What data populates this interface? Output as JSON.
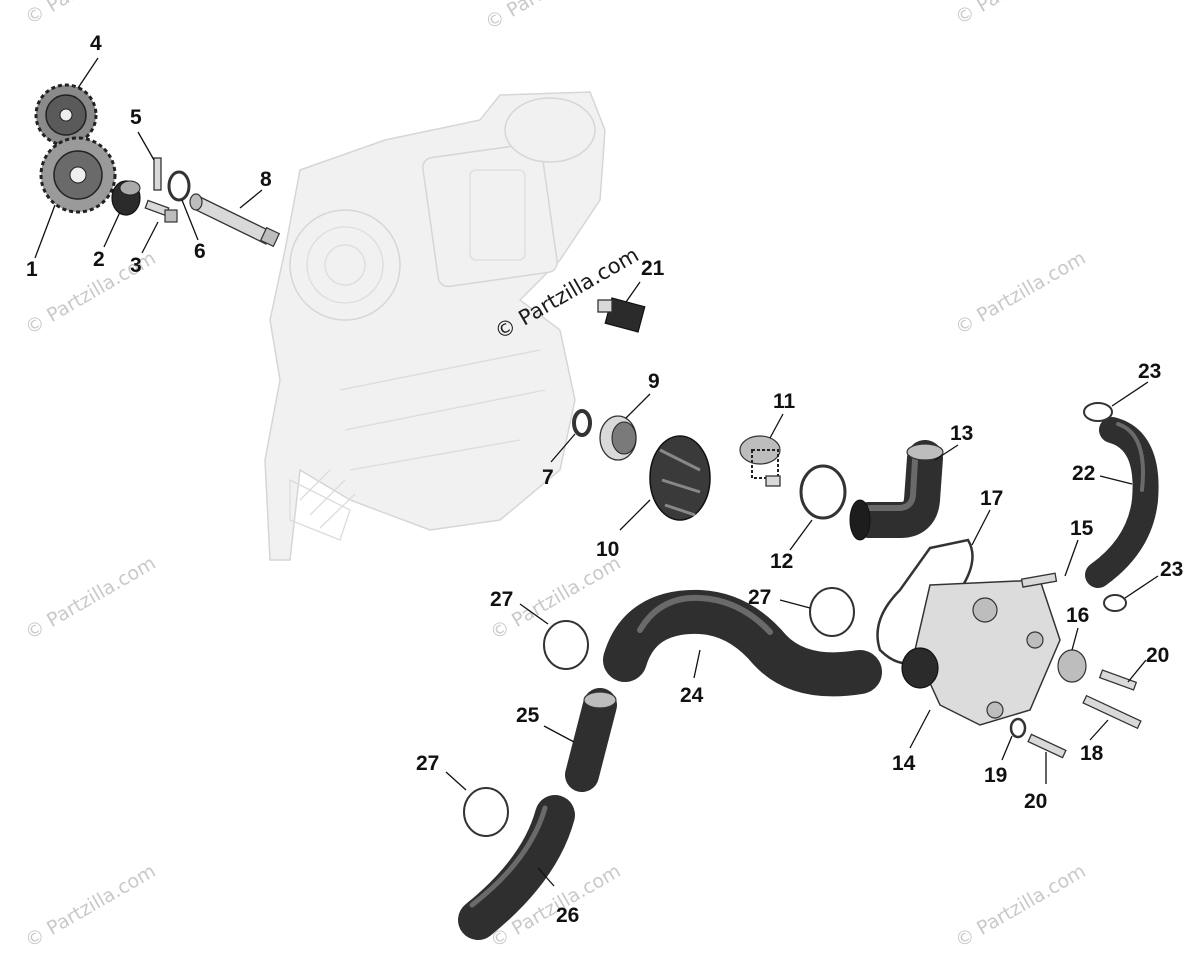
{
  "watermark": "© Partzilla.com",
  "callouts": {
    "c1": "1",
    "c2": "2",
    "c3": "3",
    "c4": "4",
    "c5": "5",
    "c6": "6",
    "c7": "7",
    "c8": "8",
    "c9": "9",
    "c10": "10",
    "c11": "11",
    "c12": "12",
    "c13": "13",
    "c14": "14",
    "c15": "15",
    "c16": "16",
    "c17": "17",
    "c18": "18",
    "c19": "19",
    "c20a": "20",
    "c20b": "20",
    "c21": "21",
    "c22": "22",
    "c23a": "23",
    "c23b": "23",
    "c24": "24",
    "c25": "25",
    "c26": "26",
    "c27a": "27",
    "c27b": "27",
    "c27c": "27"
  }
}
